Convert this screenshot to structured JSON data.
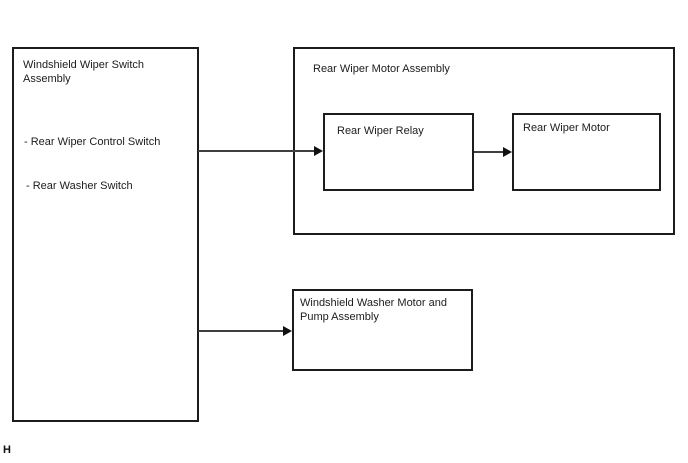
{
  "diagram": {
    "boxes": {
      "wiper_switch_assembly": {
        "title": "Windshield Wiper Switch Assembly",
        "items": [
          "- Rear Wiper Control Switch",
          "- Rear Washer Switch"
        ]
      },
      "rear_wiper_motor_assembly": {
        "title": "Rear Wiper Motor Assembly"
      },
      "rear_wiper_relay": {
        "label": "Rear Wiper Relay"
      },
      "rear_wiper_motor": {
        "label": "Rear Wiper Motor"
      },
      "washer_motor_pump_assembly": {
        "label": "Windshield Washer Motor and Pump Assembly"
      }
    },
    "connections": [
      {
        "from": "wiper_switch_assembly",
        "to": "rear_wiper_relay"
      },
      {
        "from": "rear_wiper_relay",
        "to": "rear_wiper_motor"
      },
      {
        "from": "wiper_switch_assembly",
        "to": "washer_motor_pump_assembly"
      }
    ],
    "page_marker": "H",
    "colors": {
      "background": "#ffffff",
      "border": "#1c1c1c",
      "line": "#3f3f3f",
      "arrowhead": "#111111",
      "text": "#1c1c1c"
    }
  }
}
